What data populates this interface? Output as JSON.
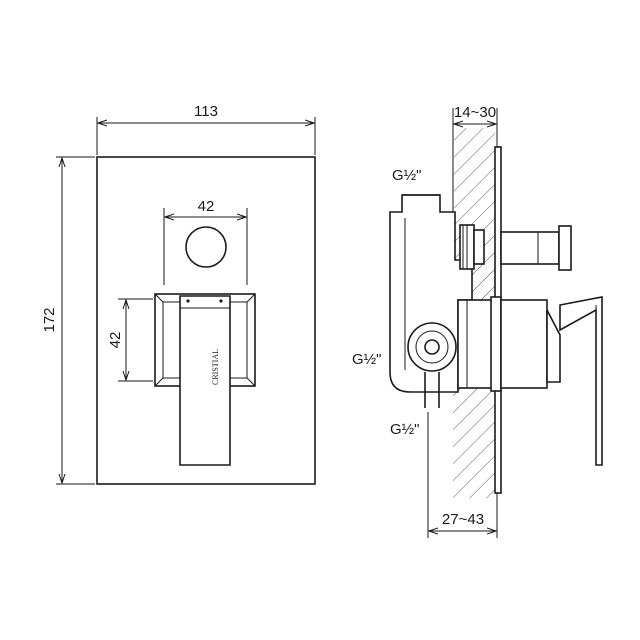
{
  "front_view": {
    "width_label": "113",
    "height_label": "172",
    "button_width_label": "42",
    "trim_height_label": "42",
    "brand_logo": "CRISTIAL"
  },
  "side_view": {
    "depth_top_label": "14~30",
    "depth_bottom_label": "27~43",
    "port_top_label": "G½\"",
    "port_middle_label": "G½\"",
    "port_bottom_label": "G½\""
  },
  "colors": {
    "line": "#1a1a1a",
    "background": "#ffffff"
  }
}
